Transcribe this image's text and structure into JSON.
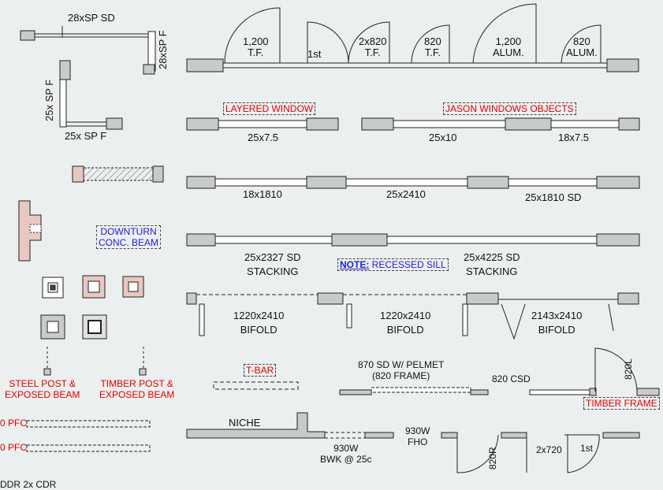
{
  "window": {
    "title": "Door & Window Library Plan"
  },
  "colors": {
    "background": "#eceff0",
    "wall": "#c8cacb",
    "annotation_red": "#e00000",
    "annotation_blue": "#2020d0",
    "column_pink": "#e8c8c0"
  },
  "left": {
    "sliding_frame_top": "28xSP SD",
    "sliding_frame_side": "28xSP F",
    "frame_l_side": "25x SP F",
    "frame_l_bottom": "25x SP F",
    "downturn_line1": "DOWNTURN",
    "downturn_line2": "CONC. BEAM",
    "steel_post_line1": "STEEL POST &",
    "steel_post_line2": "EXPOSED BEAM",
    "timber_post_line1": "TIMBER POST &",
    "timber_post_line2": "EXPOSED BEAM",
    "pfc_1": "0 PFC",
    "pfc_2": "0 PFC",
    "bottom_cut": "DDR 2x CDR"
  },
  "doors_row": [
    {
      "line1": "1,200",
      "line2": "T.F."
    },
    {
      "line1": "1st",
      "line2": ""
    },
    {
      "line1": "2x820",
      "line2": "T.F."
    },
    {
      "line1": "820",
      "line2": "T.F."
    },
    {
      "line1": "1,200",
      "line2": "ALUM."
    },
    {
      "line1": "820",
      "line2": "ALUM."
    }
  ],
  "windows_row1": {
    "tag_left": "LAYERED WINDOW",
    "tag_right": "JASON WINDOWS OBJECTS",
    "labels": [
      "25x7.5",
      "25x10",
      "18x7.5"
    ]
  },
  "windows_row2": {
    "labels": [
      "18x1810",
      "25x2410",
      "25x1810 SD"
    ]
  },
  "windows_row3": {
    "left_line1": "25x2327 SD",
    "left_line2": "STACKING",
    "note_bold": "NOTE:",
    "note_text": " RECESSED SILL",
    "right_line1": "25x4225 SD",
    "right_line2": "STACKING"
  },
  "bifold_row": [
    {
      "line1": "1220x2410",
      "line2": "BIFOLD"
    },
    {
      "line1": "1220x2410",
      "line2": "BIFOLD"
    },
    {
      "line1": "2143x2410",
      "line2": "BIFOLD"
    }
  ],
  "lower": {
    "tbar": "T-BAR",
    "sd_pelmet_line1": "870 SD W/ PELMET",
    "sd_pelmet_line2": "(820 FRAME)",
    "csd": "820 CSD",
    "door_820l": "820L",
    "timber_frame": "TIMBER FRAME",
    "niche": "NICHE",
    "bwk_line1": "930W",
    "bwk_line2": "BWK @ 25c",
    "fho_line1": "930W",
    "fho_line2": "FHO",
    "door_820r": "820R",
    "door_2x720": "2x720",
    "door_1st": "1st"
  }
}
